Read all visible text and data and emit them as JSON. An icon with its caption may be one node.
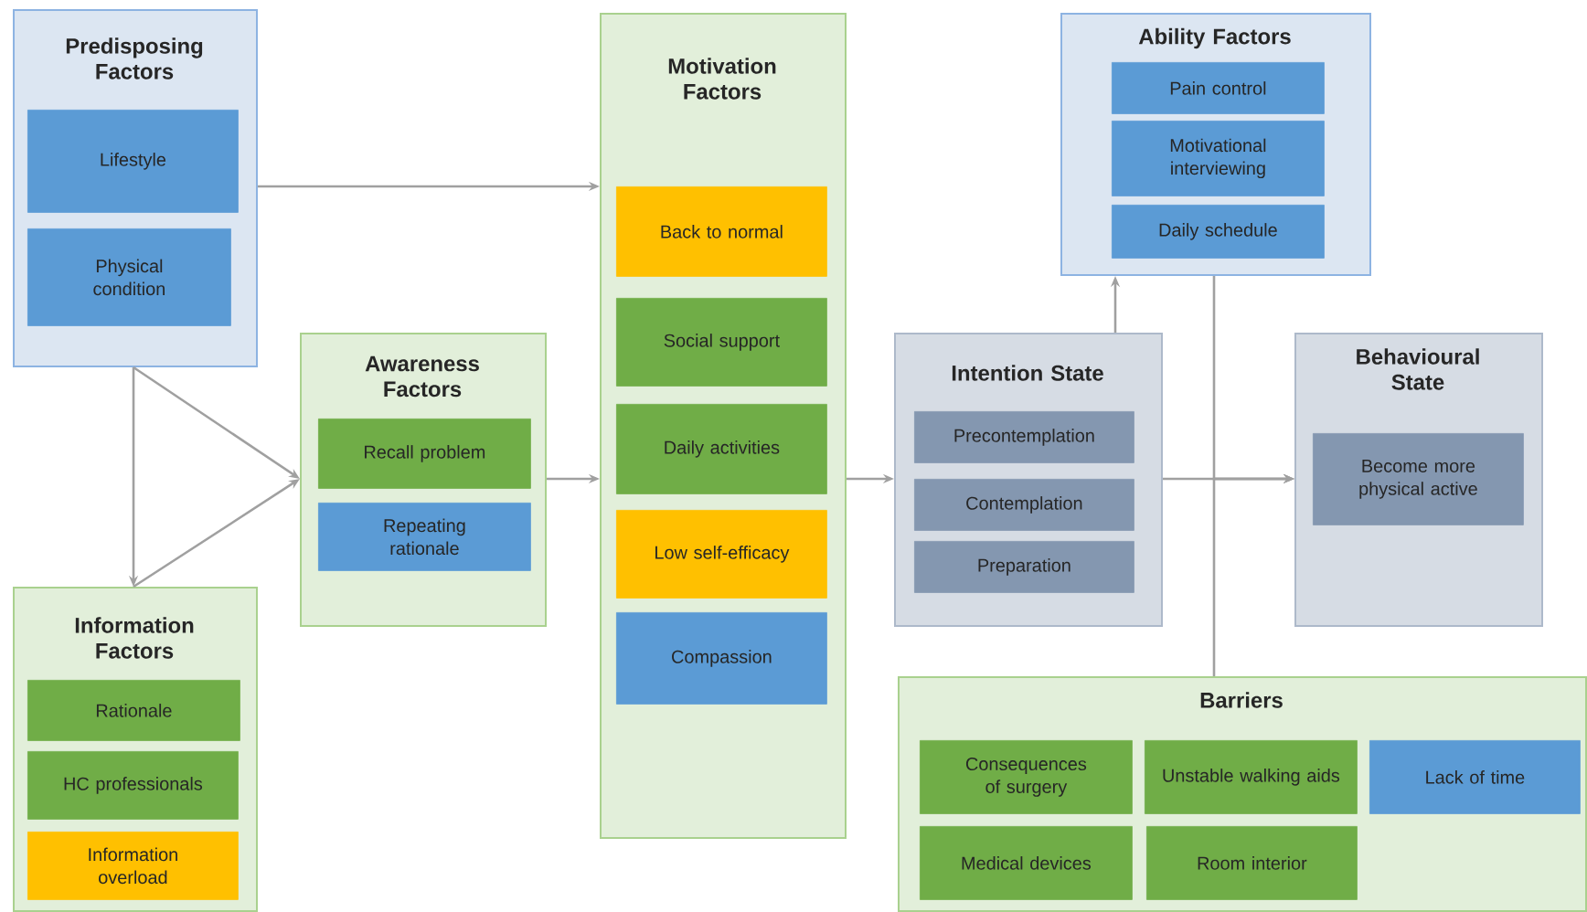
{
  "diagram": {
    "nodes": [
      {
        "text": [
          "Predisposing Factors"
        ]
      },
      {
        "text": [
          "Lifestyle"
        ],
        "in": 0
      },
      {
        "text": [
          "Physical condition"
        ],
        "in": 0
      },
      {
        "text": [
          "Awareness Factors"
        ]
      },
      {
        "text": [
          "Recall problem"
        ],
        "in": 3
      },
      {
        "text": [
          "Repeating rationale"
        ],
        "in": 3
      },
      {
        "text": [
          "Information Factors"
        ]
      },
      {
        "text": [
          "Rationale"
        ],
        "in": 6
      },
      {
        "text": [
          "HC professionals"
        ],
        "in": 6
      },
      {
        "text": [
          "Information overload"
        ],
        "in": 6
      },
      {
        "text": [
          "Motivation Factors"
        ]
      },
      {
        "text": [
          "Back to normal"
        ],
        "in": 10
      },
      {
        "text": [
          "Social support"
        ],
        "in": 10
      },
      {
        "text": [
          "Daily activities"
        ],
        "in": 10
      },
      {
        "text": [
          "Low self-efficacy"
        ],
        "in": 10
      },
      {
        "text": [
          "Compassion"
        ],
        "in": 10
      },
      {
        "text": [
          "Ability Factors"
        ]
      },
      {
        "text": [
          "Pain control"
        ],
        "in": 16
      },
      {
        "text": [
          "Motivational interviewing"
        ],
        "in": 16
      },
      {
        "text": [
          "Daily schedule"
        ],
        "in": 16
      },
      {
        "text": [
          "Intention State"
        ]
      },
      {
        "text": [
          "Precontemplation"
        ],
        "in": 20
      },
      {
        "text": [
          "Contemplation"
        ],
        "in": 20
      },
      {
        "text": [
          "Preparation"
        ],
        "in": 20
      },
      {
        "text": [
          "Behavioural State"
        ]
      },
      {
        "text": [
          "Become more physical active"
        ],
        "in": 24
      },
      {
        "text": [
          "Barriers"
        ]
      },
      {
        "text": [
          "Consequences of surgery"
        ],
        "in": 26
      },
      {
        "text": [
          "Unstable walking aids"
        ],
        "in": 26
      },
      {
        "text": [
          "Lack of time"
        ],
        "in": 26
      },
      {
        "text": [
          "Medical devices"
        ],
        "in": 26
      },
      {
        "text": [
          "Room interior"
        ],
        "in": 26
      }
    ],
    "edges": [
      {
        "from": 0,
        "to": 10,
        "arrow": "to"
      },
      {
        "from": 0,
        "to": 6,
        "arrow": "to"
      },
      {
        "from": 0,
        "to": 3,
        "arrow": "to"
      },
      {
        "from": 6,
        "to": 3,
        "arrow": "to"
      },
      {
        "from": 3,
        "to": 10,
        "arrow": "to"
      },
      {
        "from": 10,
        "to": 20,
        "arrow": "to"
      },
      {
        "from": 20,
        "to": 16,
        "arrow": "to"
      },
      {
        "from": 20,
        "to": 24,
        "arrow": "to"
      },
      {
        "from": 16,
        "to": 24,
        "arrow": "to"
      },
      {
        "from": 26,
        "to": 24,
        "arrow": "to"
      }
    ]
  }
}
